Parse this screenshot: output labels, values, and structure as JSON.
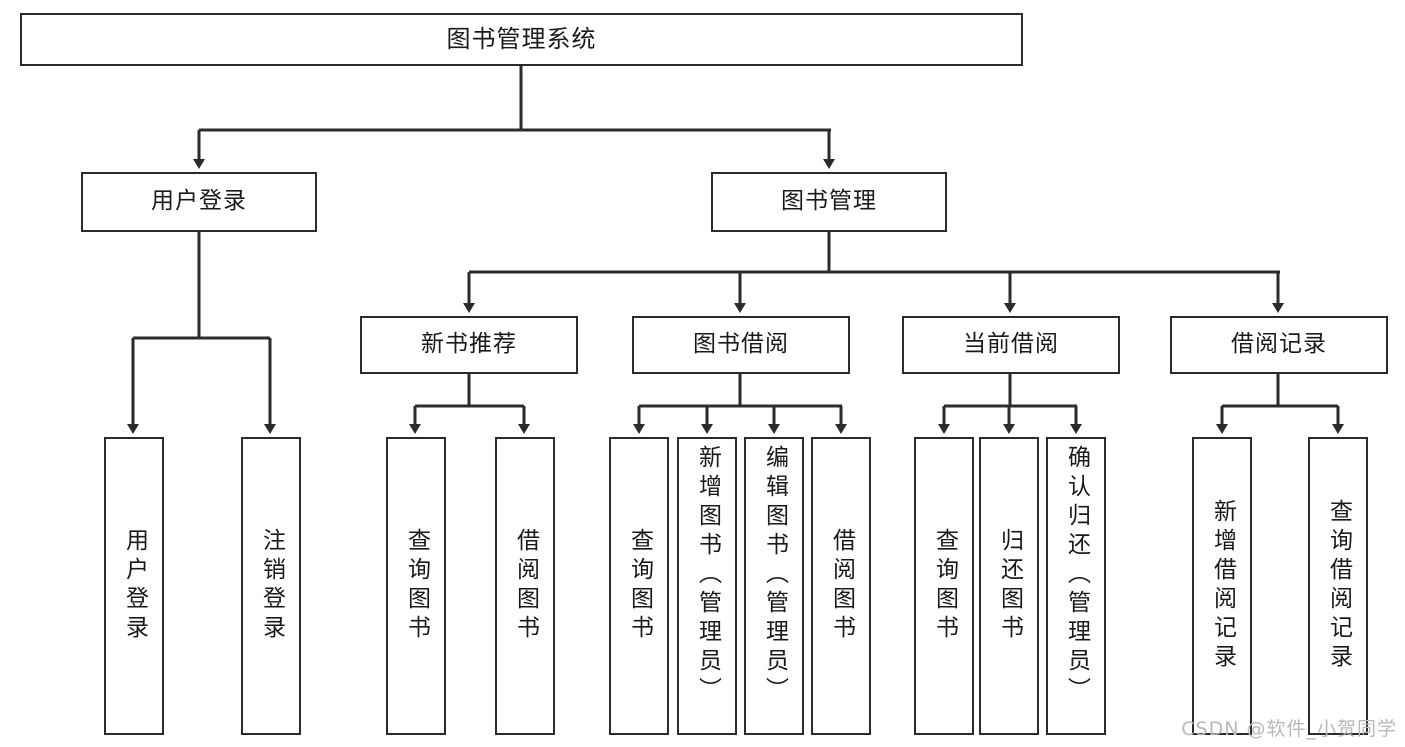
{
  "diagram": {
    "title": "图书管理系统",
    "type": "tree-hierarchy-chart",
    "root": {
      "id": "root",
      "label": "图书管理系统"
    },
    "level2": [
      {
        "id": "user-login",
        "label": "用户登录"
      },
      {
        "id": "book-manage",
        "label": "图书管理"
      }
    ],
    "level3": [
      {
        "id": "new-book-recommend",
        "label": "新书推荐",
        "parent": "book-manage"
      },
      {
        "id": "book-borrow",
        "label": "图书借阅",
        "parent": "book-manage"
      },
      {
        "id": "current-borrow",
        "label": "当前借阅",
        "parent": "book-manage"
      },
      {
        "id": "borrow-record",
        "label": "借阅记录",
        "parent": "book-manage"
      }
    ],
    "leaves": [
      {
        "id": "leaf-user-login",
        "label": "用户登录",
        "parent": "user-login"
      },
      {
        "id": "leaf-logout-login",
        "label": "注销登录",
        "parent": "user-login"
      },
      {
        "id": "leaf-query-book-1",
        "label": "查询图书",
        "parent": "new-book-recommend"
      },
      {
        "id": "leaf-borrow-book-1",
        "label": "借阅图书",
        "parent": "new-book-recommend"
      },
      {
        "id": "leaf-query-book-2",
        "label": "查询图书",
        "parent": "book-borrow"
      },
      {
        "id": "leaf-add-book",
        "label": "新增图书（管理员）",
        "parent": "book-borrow"
      },
      {
        "id": "leaf-edit-book",
        "label": "编辑图书（管理员）",
        "parent": "book-borrow"
      },
      {
        "id": "leaf-borrow-book-2",
        "label": "借阅图书",
        "parent": "book-borrow"
      },
      {
        "id": "leaf-query-book-3",
        "label": "查询图书",
        "parent": "current-borrow"
      },
      {
        "id": "leaf-return-book",
        "label": "归还图书",
        "parent": "current-borrow"
      },
      {
        "id": "leaf-confirm-return",
        "label": "确认归还（管理员）",
        "parent": "current-borrow"
      },
      {
        "id": "leaf-add-record",
        "label": "新增借阅记录",
        "parent": "borrow-record"
      },
      {
        "id": "leaf-query-record",
        "label": "查询借阅记录",
        "parent": "borrow-record"
      }
    ],
    "colors": {
      "box_border": "#2b2b2b",
      "box_fill": "#ffffff",
      "connector": "#2b2b2b",
      "text": "#1a1a1a",
      "watermark": "#b9b9b9",
      "background": "#ffffff"
    }
  },
  "watermark": {
    "text": "CSDN @软件_小贺同学"
  }
}
